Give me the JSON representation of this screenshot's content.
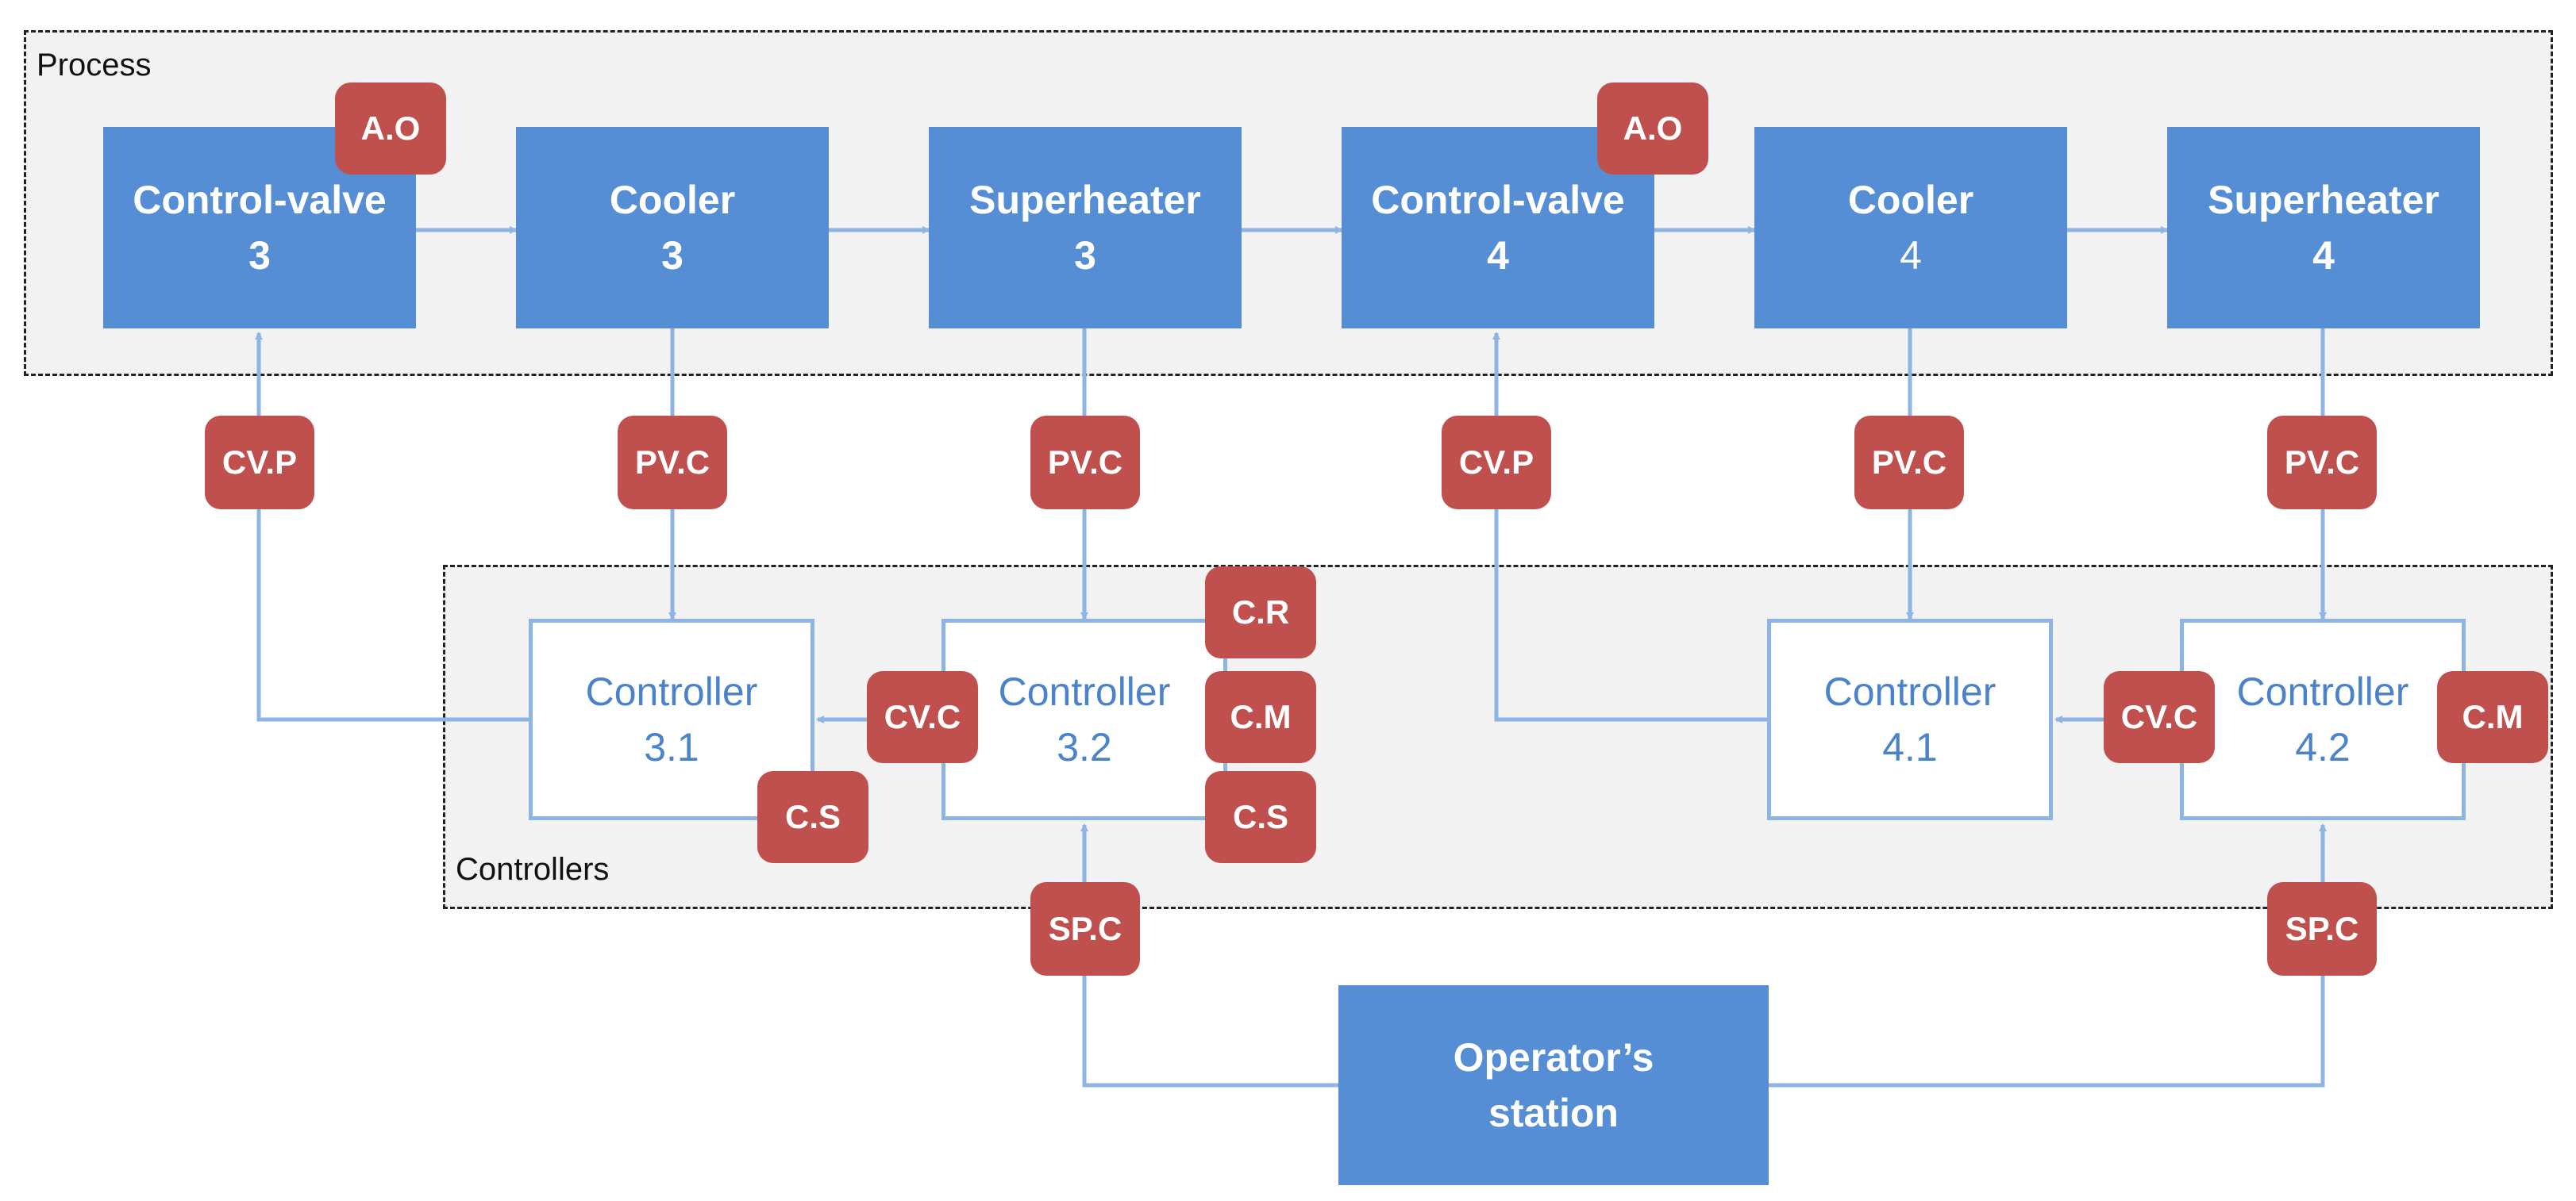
{
  "groups": {
    "process_label": "Process",
    "controllers_label": "Controllers"
  },
  "process": {
    "cv3": {
      "line1": "Control-valve",
      "line2": "3"
    },
    "cooler3": {
      "line1": "Cooler",
      "line2": "3"
    },
    "sh3": {
      "line1": "Superheater",
      "line2": "3"
    },
    "cv4": {
      "line1": "Control-valve",
      "line2": "4"
    },
    "cooler4": {
      "line1": "Cooler",
      "line2": "4"
    },
    "sh4": {
      "line1": "Superheater",
      "line2": "4"
    }
  },
  "controllers": {
    "c31": {
      "line1": "Controller",
      "line2": "3.1"
    },
    "c32": {
      "line1": "Controller",
      "line2": "3.2"
    },
    "c41": {
      "line1": "Controller",
      "line2": "4.1"
    },
    "c42": {
      "line1": "Controller",
      "line2": "4.2"
    }
  },
  "operator": {
    "line1": "Operator’s",
    "line2": "station"
  },
  "tags": {
    "ao": "A.O",
    "cvp": "CV.P",
    "pvc": "PV.C",
    "cvc": "CV.C",
    "cr": "C.R",
    "cm": "C.M",
    "cs": "C.S",
    "spc": "SP.C"
  },
  "colors": {
    "process_block": "#558ed5",
    "tag": "#c0504d",
    "connector": "#8eb4e3",
    "controller_text": "#4a82cc",
    "group_background": "#f2f2f2"
  }
}
